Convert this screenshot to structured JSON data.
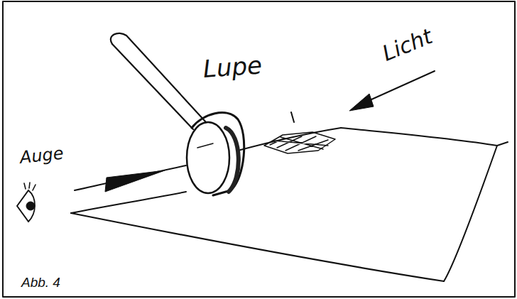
{
  "diagram": {
    "caption": "Abb. 4",
    "labels": [
      "Lupe",
      "Licht",
      "Auge"
    ]
  }
}
